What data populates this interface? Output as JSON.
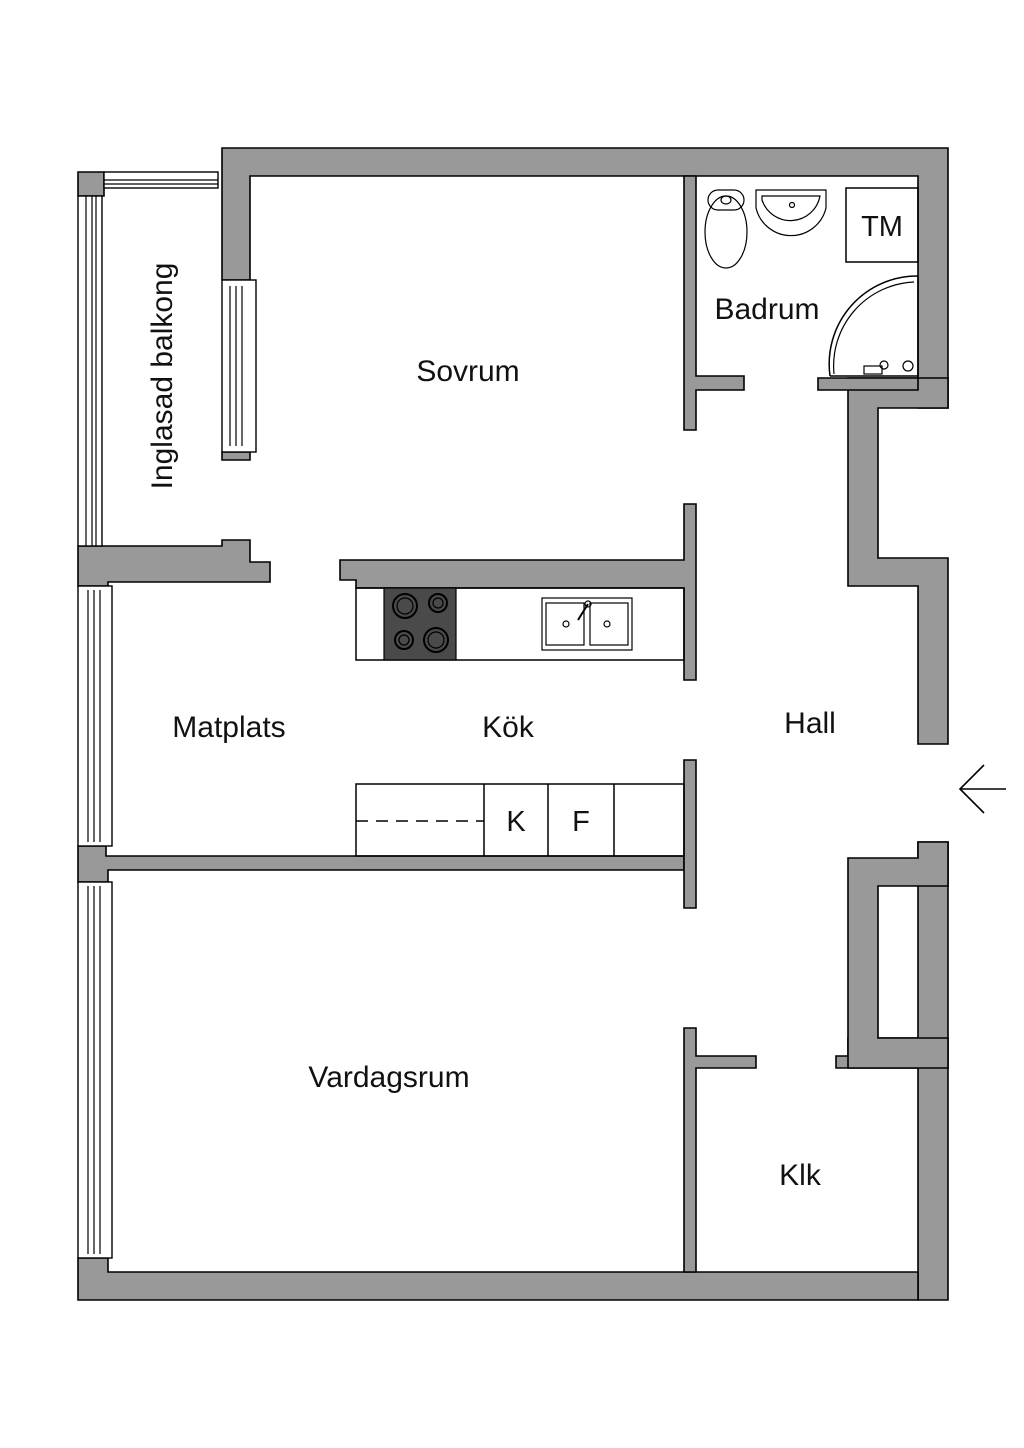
{
  "rooms": {
    "balkong": "Inglasad balkong",
    "sovrum": "Sovrum",
    "badrum": "Badrum",
    "tm": "TM",
    "matplats": "Matplats",
    "kok": "Kök",
    "hall": "Hall",
    "k": "K",
    "f": "F",
    "vardagsrum": "Vardagsrum",
    "klk": "Klk"
  },
  "icons": {
    "entrance": "entrance-arrow-icon",
    "stove": "stove-icon",
    "sink": "kitchen-sink-icon",
    "toilet": "toilet-icon",
    "washbasin": "washbasin-icon",
    "shower": "shower-icon"
  },
  "colors": {
    "wall": "#999999",
    "stove": "#4a4a4a",
    "line": "#000000",
    "background": "#ffffff"
  }
}
